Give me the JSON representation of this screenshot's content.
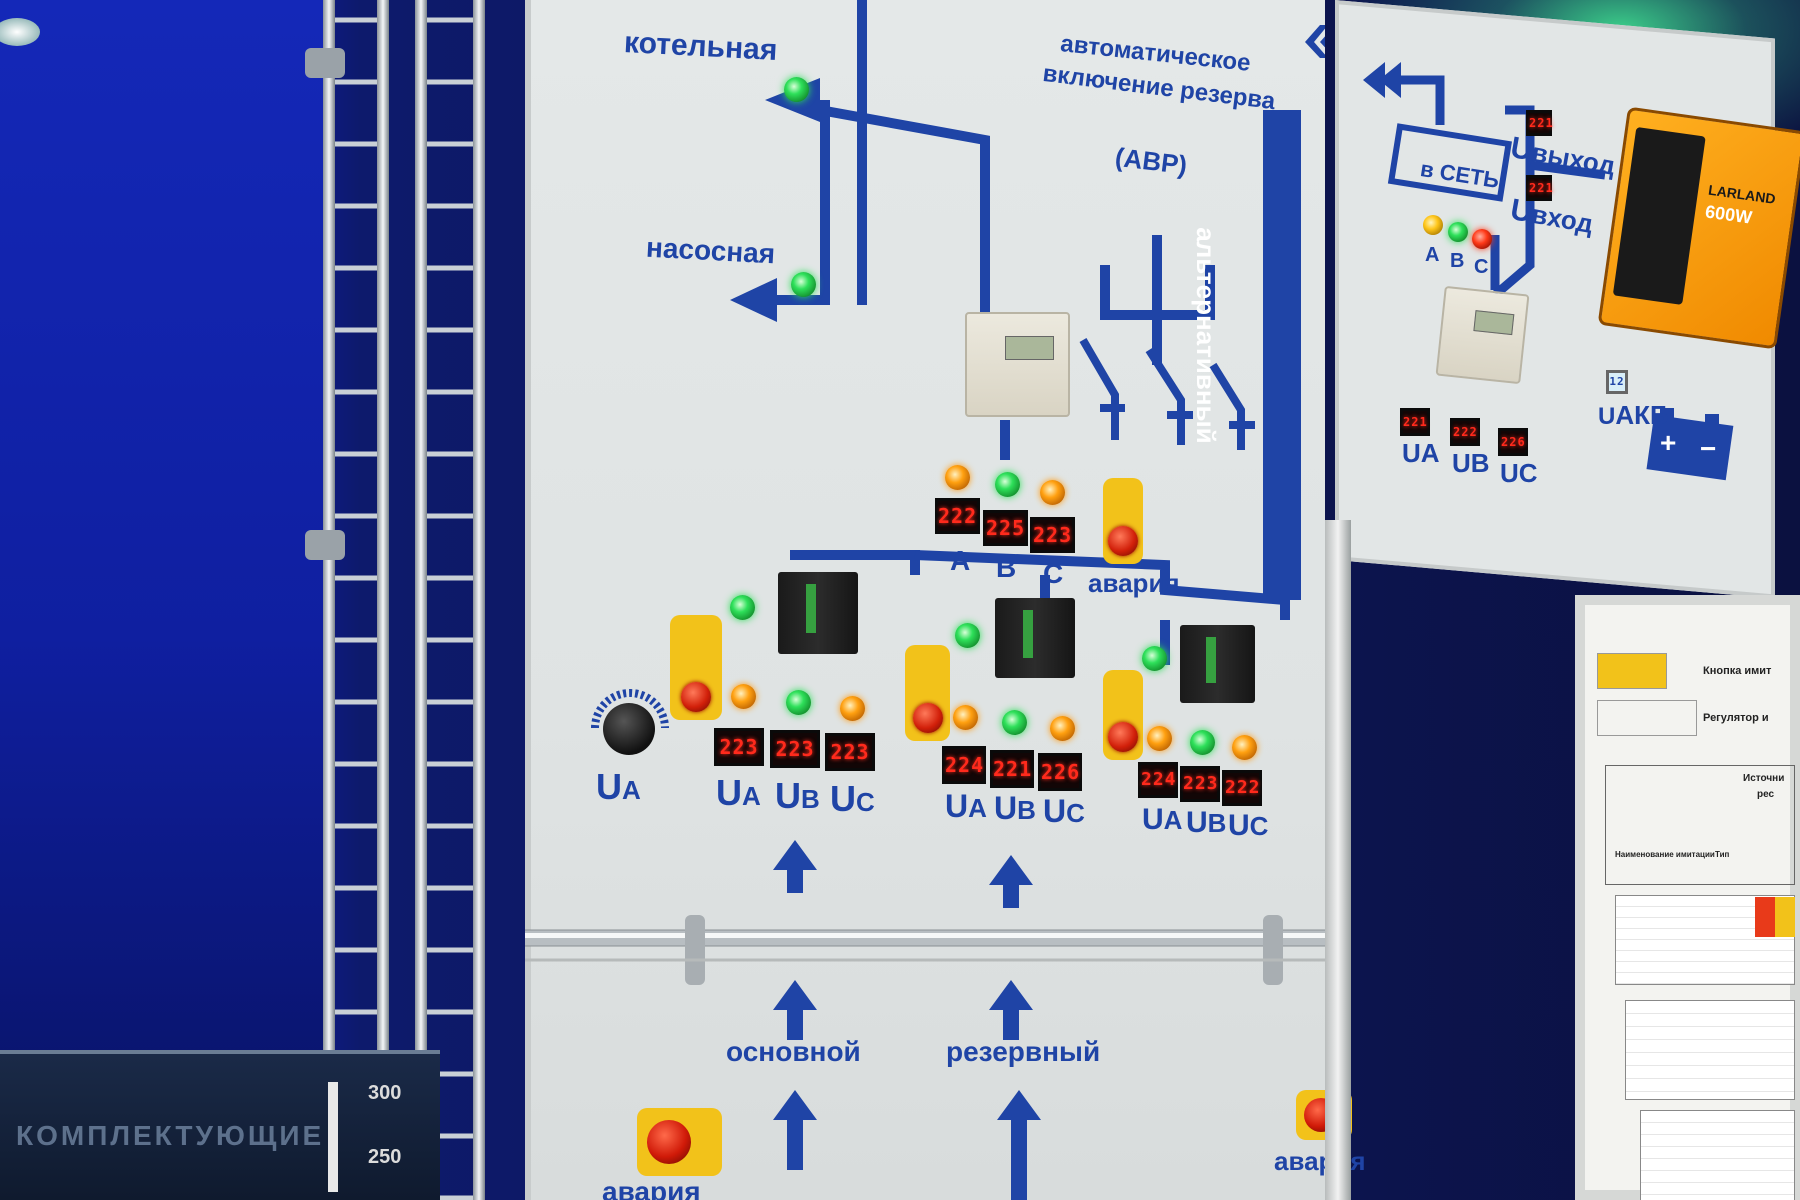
{
  "labels": {
    "boiler_room": "котельная",
    "pump_room": "насосная",
    "atr_line1": "автоматическое",
    "atr_line2": "включение резерва",
    "atr_abbr": "(АВР)",
    "alternative": "альтернативный",
    "phase_a": "A",
    "phase_b": "B",
    "phase_c": "C",
    "emergency_top": "авария",
    "main_input": "основной",
    "reserve_input": "резервный",
    "emergency_left": "авария",
    "emergency_right": "авария",
    "to_grid": "в СЕТЬ",
    "u_out": "выход",
    "u_in": "вход",
    "u_batt": "АКБ",
    "u_sym": "U",
    "sub_a": "A",
    "sub_b": "B",
    "sub_c": "C",
    "ups_phase_a": "A",
    "ups_phase_b": "B",
    "ups_phase_c": "C",
    "tank_text": "КОМПЛЕКТУЮЩИЕ",
    "scale_300": "300",
    "scale_250": "250",
    "sign_row1": "Кнопка имит",
    "sign_row2": "Регулятор и",
    "sign_col": "Источни",
    "sign_col2": "рес",
    "sign_name": "Наименование имитации",
    "sign_type": "Тип",
    "inverter_brand": "LARLAND",
    "inverter_power": "600W"
  },
  "displays": {
    "top": [
      "222",
      "225",
      "223"
    ],
    "bus1": [
      "223",
      "223",
      "223"
    ],
    "bus2": [
      "224",
      "221",
      "226"
    ],
    "bus3": [
      "224",
      "223",
      "222"
    ],
    "ups_out": "221",
    "ups_in": "221",
    "ups_abc": [
      "221",
      "222",
      "226"
    ],
    "ups_batt": "12"
  },
  "indicators": {
    "top": [
      "orange",
      "green",
      "orange"
    ],
    "bus1_status": "green",
    "bus1": [
      "red",
      "orange",
      "green",
      "orange"
    ],
    "bus2_status": "green",
    "bus2": [
      "red",
      "orange",
      "green",
      "orange"
    ],
    "bus3_status": "green",
    "bus3": [
      "red",
      "orange",
      "green",
      "orange"
    ],
    "boiler": "green",
    "pump": "green",
    "ups": [
      "amber",
      "green",
      "red"
    ]
  },
  "colors": {
    "panel": "#e2e6e6",
    "line_blue": "#1f44a6",
    "button_yellow": "#f2c21a",
    "display_red": "#ff2a1c",
    "wall_blue": "#1428b8",
    "inverter_orange": "#f59a10"
  }
}
